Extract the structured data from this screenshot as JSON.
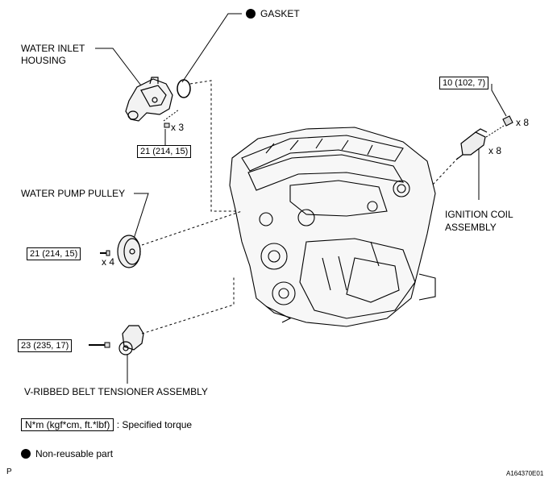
{
  "labels": {
    "gasket": "GASKET",
    "water_inlet_line1": "WATER INLET",
    "water_inlet_line2": "HOUSING",
    "water_pump_pulley": "WATER PUMP PULLEY",
    "ignition_coil_line1": "IGNITION COIL",
    "ignition_coil_line2": "ASSEMBLY",
    "tensioner": "V-RIBBED BELT TENSIONER ASSEMBLY"
  },
  "torques": {
    "inlet_bolt": "21 (214, 15)",
    "pulley_bolt": "21 (214, 15)",
    "tensioner_bolt": "23 (235, 17)",
    "coil_bolt": "10 (102, 7)"
  },
  "quantities": {
    "inlet_bolt": "x 3",
    "pulley_bolt": "x 4",
    "coil_bolt": "x 8",
    "coil": "x 8"
  },
  "legend": {
    "torque_unit": "N*m (kgf*cm, ft.*lbf)",
    "torque_text": ": Specified torque",
    "nonreusable_text": "Non-reusable part"
  },
  "corner": {
    "left": "P",
    "right": "A164370E01"
  }
}
